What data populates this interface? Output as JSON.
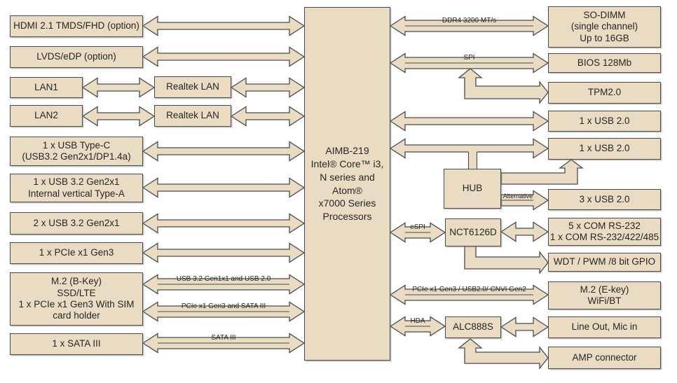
{
  "colors": {
    "box_fill": "#e9dcc3",
    "box_border": "#4b4b4d",
    "text": "#262626",
    "background": "#ffffff"
  },
  "cpu": {
    "label": "AIMB-219\nIntel® Core™ i3,\nN series and Atom®\nx7000 Series\nProcessors"
  },
  "left": {
    "hdmi": "HDMI 2.1 TMDS/FHD (option)",
    "lvds": "LVDS/eDP (option)",
    "lan1": "LAN1",
    "lan2": "LAN2",
    "usbc": "1 x USB Type-C\n(USB3.2 Gen2x1/DP1.4a)",
    "usb32_internal": "1 x USB 3.2 Gen2x1\nInternal vertical Type-A",
    "usb32_dual": "2 x USB 3.2 Gen2x1",
    "pcie": "1 x PCIe x1 Gen3",
    "m2b": "M.2 (B-Key)\nSSD/LTE\n1 x PCIe x1 Gen3 With SIM\ncard holder",
    "sata": "1 x SATA III"
  },
  "middle": {
    "realtek1": "Realtek LAN",
    "realtek2": "Realtek LAN",
    "hub": "HUB",
    "super_io": "NCT6126D",
    "audio_codec": "ALC888S"
  },
  "right": {
    "sodimm": "SO-DIMM\n(single channel)\nUp to 16GB",
    "bios": "BIOS 128Mb",
    "tpm": "TPM2.0",
    "usb20_a": "1 x USB 2.0",
    "usb20_b": "1 x USB 2.0",
    "usb20_triple": "3 x USB 2.0",
    "com": "5 x COM RS-232\n1 x COM RS-232/422/485",
    "wdt": "WDT / PWM /8 bit GPIO",
    "m2e": "M.2 (E-key)\nWiFi/BT",
    "lineout": "Line Out, Mic in",
    "amp": "AMP connector"
  },
  "buses": {
    "ddr4": "DDR4 3200 MT/s",
    "spi": "SPI",
    "espi": "eSPI",
    "hda": "HDA",
    "alternative": "Alternative",
    "m2_usb": "USB 3.2 Gen1x1 and USB 2.0",
    "m2_pcie": "PCIe x1 Gen3 and SATA III",
    "sata": "SATA III",
    "cnvi": "PCIe x1 Gen3 / USB2.0/ CNVI Gen2"
  }
}
